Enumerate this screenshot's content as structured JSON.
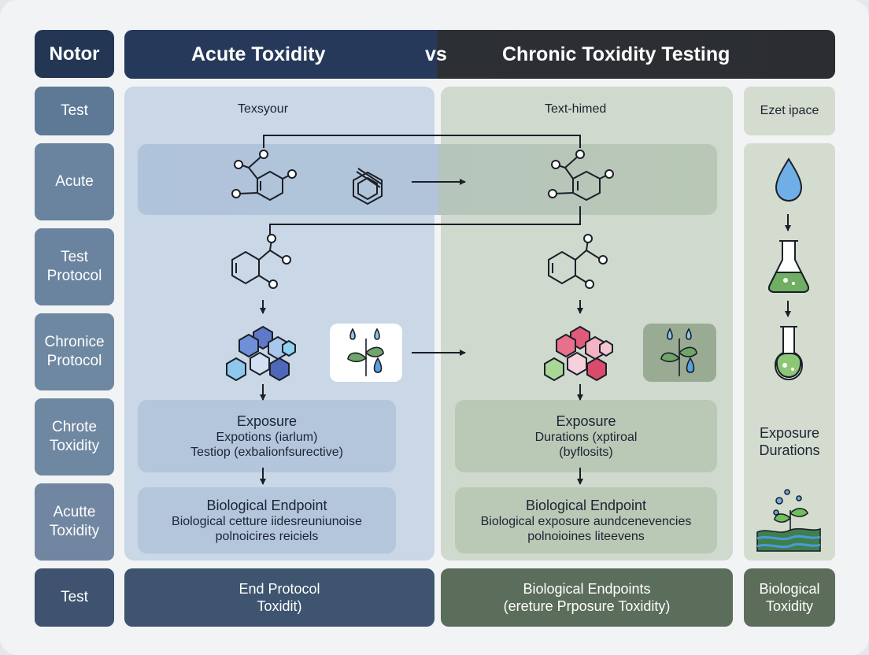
{
  "header": {
    "corner": "Notor",
    "left": "Acute Toxidity",
    "vs": "vs",
    "right": "Chronic Toxidity Testing"
  },
  "rows": [
    "Test",
    "Acute",
    "Test Protocol",
    "Chronice Protocol",
    "Chrote Toxidity",
    "Acutte Toxidity",
    "Test"
  ],
  "left_panel": {
    "column_label": "Texsyour",
    "exposure_title": "Exposure",
    "exposure_line1": "Expotions (iarlum)",
    "exposure_line2": "Testiop  (exbalionfsurective)",
    "endpoint_title": "Biological Endpoint",
    "endpoint_line1": "Biological cetture iidesreuniunoise",
    "endpoint_line2": "polnoicires reiciels",
    "footer_line1": "End Protocol",
    "footer_line2": "Toxidit)"
  },
  "right_panel": {
    "column_label": "Text-himed",
    "exposure_title": "Exposure",
    "exposure_line1": "Durations (xptiroal",
    "exposure_line2": "(byflosits)",
    "endpoint_title": "Biological Endpoint",
    "endpoint_line1": "Biological exposure aundcenevencies",
    "endpoint_line2": "polnoioines liteevens",
    "footer_line1": "Biological Endpoints",
    "footer_line2": "(ereture Prposure Toxidity)"
  },
  "third_panel": {
    "column_label": "Ezet ipace",
    "exposure_line1": "Exposure",
    "exposure_line2": "Durations",
    "footer_line1": "Biological",
    "footer_line2": "Toxidity"
  },
  "icons": [
    "molecule-icon",
    "benzene-icon",
    "hexagon-cluster-icon",
    "plant-water-icon",
    "water-drop-icon",
    "flask-icon",
    "test-tube-icon",
    "seedling-water-icon"
  ],
  "colors": {
    "navy": "#243a5a",
    "dark": "#2b2e33",
    "blue_panel": "#cad7e6",
    "green_panel": "#d0d8cd",
    "side_gradient_top": "#5d7894",
    "side_gradient_bottom": "#7387a0",
    "footer_blue": "#3c526e",
    "footer_green": "#5a6c5a",
    "hex_blue": "#5d79c8",
    "hex_pink": "#e05a7a",
    "hex_green": "#9bcf8a"
  }
}
